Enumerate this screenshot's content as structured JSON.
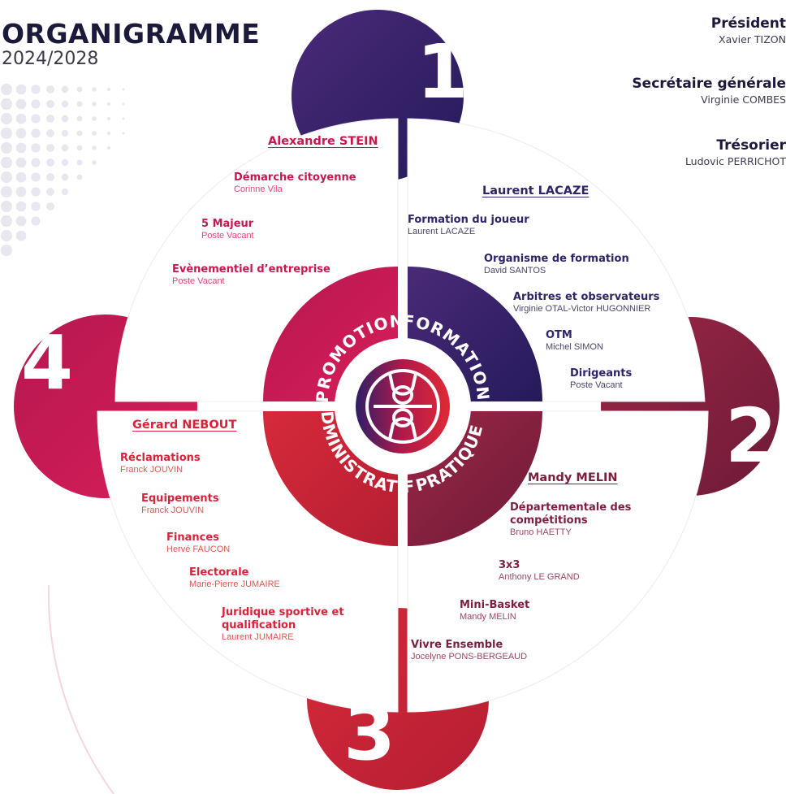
{
  "header": {
    "title": "ORGANIGRAMME",
    "years": "2024/2028"
  },
  "officers": [
    {
      "role": "Président",
      "name": "Xavier TIZON"
    },
    {
      "role": "Secrétaire générale",
      "name": "Virginie COMBES"
    },
    {
      "role": "Trésorier",
      "name": "Ludovic PERRICHOT"
    }
  ],
  "colors": {
    "promotion": "#c8174f",
    "formation": "#2e1f66",
    "administratif": "#e02a35",
    "pratique": "#8a2342",
    "navy_text": "#1c1a3a"
  },
  "quadrants": {
    "promotion": {
      "number": "4",
      "label": "PROMOTION",
      "head": "Alexandre STEIN",
      "items": [
        {
          "title": "Démarche citoyenne",
          "person": "Corinne Vila"
        },
        {
          "title": "5 Majeur",
          "person": "Poste Vacant"
        },
        {
          "title": "Evènementiel d’entreprise",
          "person": "Poste Vacant"
        }
      ]
    },
    "formation": {
      "number": "1",
      "label": "FORMATION",
      "head": "Laurent LACAZE",
      "items": [
        {
          "title": "Formation du joueur",
          "person": "Laurent LACAZE"
        },
        {
          "title": "Organisme de formation",
          "person": "David SANTOS"
        },
        {
          "title": "Arbitres et observateurs",
          "person": "Virginie OTAL-Victor HUGONNIER"
        },
        {
          "title": "OTM",
          "person": "Michel SIMON"
        },
        {
          "title": "Dirigeants",
          "person": "Poste Vacant"
        }
      ]
    },
    "administratif": {
      "number": "3",
      "label": "ADMINISTRATIF",
      "head": "Gérard NEBOUT",
      "items": [
        {
          "title": "Réclamations",
          "person": "Franck JOUVIN"
        },
        {
          "title": "Equipements",
          "person": "Franck JOUVIN"
        },
        {
          "title": "Finances",
          "person": "Hervé FAUCON"
        },
        {
          "title": "Electorale",
          "person": "Marie-Pierre JUMAIRE"
        },
        {
          "title": "Juridique sportive et",
          "title2": "qualification",
          "person": "Laurent JUMAIRE"
        }
      ]
    },
    "pratique": {
      "number": "2",
      "label": "PRATIQUE",
      "head": "Mandy MELIN",
      "items": [
        {
          "title": "Départementale des",
          "title2": "compétitions",
          "person": "Bruno HAETTY"
        },
        {
          "title": "3x3",
          "person": "Anthony LE GRAND"
        },
        {
          "title": "Mini-Basket",
          "person": "Mandy MELIN"
        },
        {
          "title": "Vivre Ensemble",
          "person": "Jocelyne PONS-BERGEAUD"
        }
      ]
    }
  }
}
